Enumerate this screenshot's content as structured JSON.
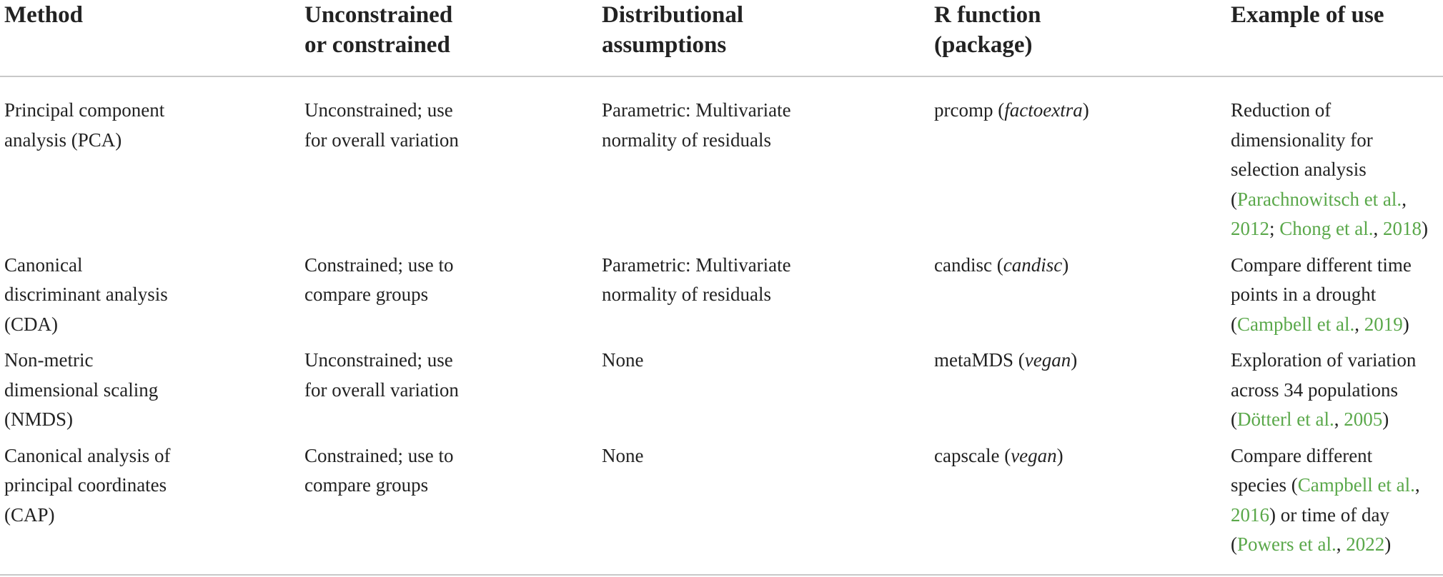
{
  "colors": {
    "link": "#5aa84a",
    "text": "#222222",
    "rule": "#c8c8c8"
  },
  "table": {
    "headers": {
      "method": "Method",
      "constraint_l1": "Unconstrained",
      "constraint_l2": "or constrained",
      "distribution_l1": "Distributional",
      "distribution_l2": "assumptions",
      "rfunc_l1": "R function",
      "rfunc_l2": "(package)",
      "example": "Example of use"
    },
    "rows": [
      {
        "method_l1": "Principal component",
        "method_l2": "analysis (PCA)",
        "constraint_l1": "Unconstrained; use",
        "constraint_l2": "for overall variation",
        "distribution_l1": "Parametric: Multivariate",
        "distribution_l2": "normality of residuals",
        "rfunc": "prcomp",
        "rfunc_pkg": "factoextra",
        "example_l1": "Reduction of",
        "example_l2": "dimensionality for",
        "example_l3": "selection analysis",
        "ref1_author": "Parachnowitsch et al.",
        "ref1_year": "2012",
        "ref2_author": "Chong et al.",
        "ref2_year": "2018"
      },
      {
        "method_l1": "Canonical",
        "method_l2": "discriminant analysis",
        "method_l3": "(CDA)",
        "constraint_l1": "Constrained; use to",
        "constraint_l2": "compare groups",
        "distribution_l1": "Parametric: Multivariate",
        "distribution_l2": "normality of residuals",
        "rfunc": "candisc",
        "rfunc_pkg": "candisc",
        "example_l1": "Compare different time",
        "example_l2": "points in a drought",
        "ref1_author": "Campbell et al.",
        "ref1_year": "2019"
      },
      {
        "method_l1": "Non-metric",
        "method_l2": "dimensional scaling",
        "method_l3": "(NMDS)",
        "constraint_l1": "Unconstrained; use",
        "constraint_l2": "for overall variation",
        "distribution": "None",
        "rfunc": "metaMDS",
        "rfunc_pkg": "vegan",
        "example_l1": "Exploration of variation",
        "example_l2": "across 34 populations",
        "ref1_author": "Dötterl et al.",
        "ref1_year": "2005"
      },
      {
        "method_l1": "Canonical analysis of",
        "method_l2": "principal coordinates",
        "method_l3": "(CAP)",
        "constraint_l1": "Constrained; use to",
        "constraint_l2": "compare groups",
        "distribution": "None",
        "rfunc": "capscale",
        "rfunc_pkg": "vegan",
        "example_l1": "Compare different",
        "example_l2_pre": "species",
        "ref1_author": "Campbell et al.",
        "ref1_year": "2016",
        "example_l3_post": "or time of day",
        "ref2_author": "Powers et al.",
        "ref2_year": "2022"
      }
    ]
  }
}
